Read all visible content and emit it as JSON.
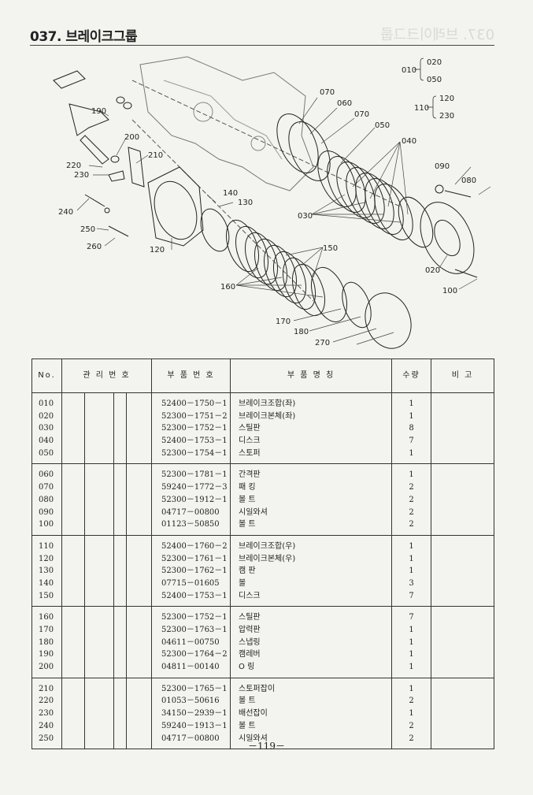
{
  "header": {
    "title": "037. 브레이크그룹",
    "ghost_title": "037. 브레이크그룹"
  },
  "diagram": {
    "callouts": [
      "010",
      "020",
      "030",
      "040",
      "050",
      "060",
      "070",
      "080",
      "090",
      "100",
      "110",
      "120",
      "130",
      "140",
      "150",
      "160",
      "170",
      "180",
      "190",
      "200",
      "210",
      "220",
      "230",
      "240",
      "250",
      "260",
      "270"
    ],
    "legend": {
      "a": "010",
      "a1": "020",
      "a2": "050",
      "b": "110",
      "b1": "120",
      "b2": "230"
    }
  },
  "table": {
    "headers": {
      "no": "No.",
      "mgmt": "관 리 번 호",
      "part_no": "부 품 번 호",
      "part_name": "부 품 명 칭",
      "qty": "수량",
      "remarks": "비 고"
    },
    "groups": [
      [
        {
          "no": "010",
          "part_no": "52400－1750－1",
          "name": "브레이크조합(좌)",
          "qty": "1"
        },
        {
          "no": "020",
          "part_no": "52300－1751－2",
          "name": "브레이크본체(좌)",
          "qty": "1"
        },
        {
          "no": "030",
          "part_no": "52300－1752－1",
          "name": "스틸판",
          "qty": "8"
        },
        {
          "no": "040",
          "part_no": "52400－1753－1",
          "name": "디스크",
          "qty": "7"
        },
        {
          "no": "050",
          "part_no": "52300－1754－1",
          "name": "스토퍼",
          "qty": "1"
        }
      ],
      [
        {
          "no": "060",
          "part_no": "52300－1781－1",
          "name": "간격판",
          "qty": "1"
        },
        {
          "no": "070",
          "part_no": "59240－1772－3",
          "name": "패 킹",
          "qty": "2"
        },
        {
          "no": "080",
          "part_no": "52300－1912－1",
          "name": "볼 트",
          "qty": "2"
        },
        {
          "no": "090",
          "part_no": "04717－00800",
          "name": "시일와셔",
          "qty": "2"
        },
        {
          "no": "100",
          "part_no": "01123－50850",
          "name": "볼 트",
          "qty": "2"
        }
      ],
      [
        {
          "no": "110",
          "part_no": "52400－1760－2",
          "name": "브레이크조합(우)",
          "qty": "1"
        },
        {
          "no": "120",
          "part_no": "52300－1761－1",
          "name": "브레이크본체(우)",
          "qty": "1"
        },
        {
          "no": "130",
          "part_no": "52300－1762－1",
          "name": "캠 판",
          "qty": "1"
        },
        {
          "no": "140",
          "part_no": "07715－01605",
          "name": "볼",
          "qty": "3"
        },
        {
          "no": "150",
          "part_no": "52400－1753－1",
          "name": "디스크",
          "qty": "7"
        }
      ],
      [
        {
          "no": "160",
          "part_no": "52300－1752－1",
          "name": "스틸판",
          "qty": "7"
        },
        {
          "no": "170",
          "part_no": "52300－1763－1",
          "name": "압력판",
          "qty": "1"
        },
        {
          "no": "180",
          "part_no": "04611－00750",
          "name": "스냅링",
          "qty": "1"
        },
        {
          "no": "190",
          "part_no": "52300－1764－2",
          "name": "캠레버",
          "qty": "1"
        },
        {
          "no": "200",
          "part_no": "04811－00140",
          "name": "O 링",
          "qty": "1"
        }
      ],
      [
        {
          "no": "210",
          "part_no": "52300－1765－1",
          "name": "스토퍼잡이",
          "qty": "1"
        },
        {
          "no": "220",
          "part_no": "01053－50616",
          "name": "볼 트",
          "qty": "2"
        },
        {
          "no": "230",
          "part_no": "34150－2939－1",
          "name": "배선잡이",
          "qty": "1"
        },
        {
          "no": "240",
          "part_no": "59240－1913－1",
          "name": "볼 트",
          "qty": "2"
        },
        {
          "no": "250",
          "part_no": "04717－00800",
          "name": "시일와셔",
          "qty": "2"
        }
      ]
    ]
  },
  "footer": {
    "page": "－119－"
  }
}
